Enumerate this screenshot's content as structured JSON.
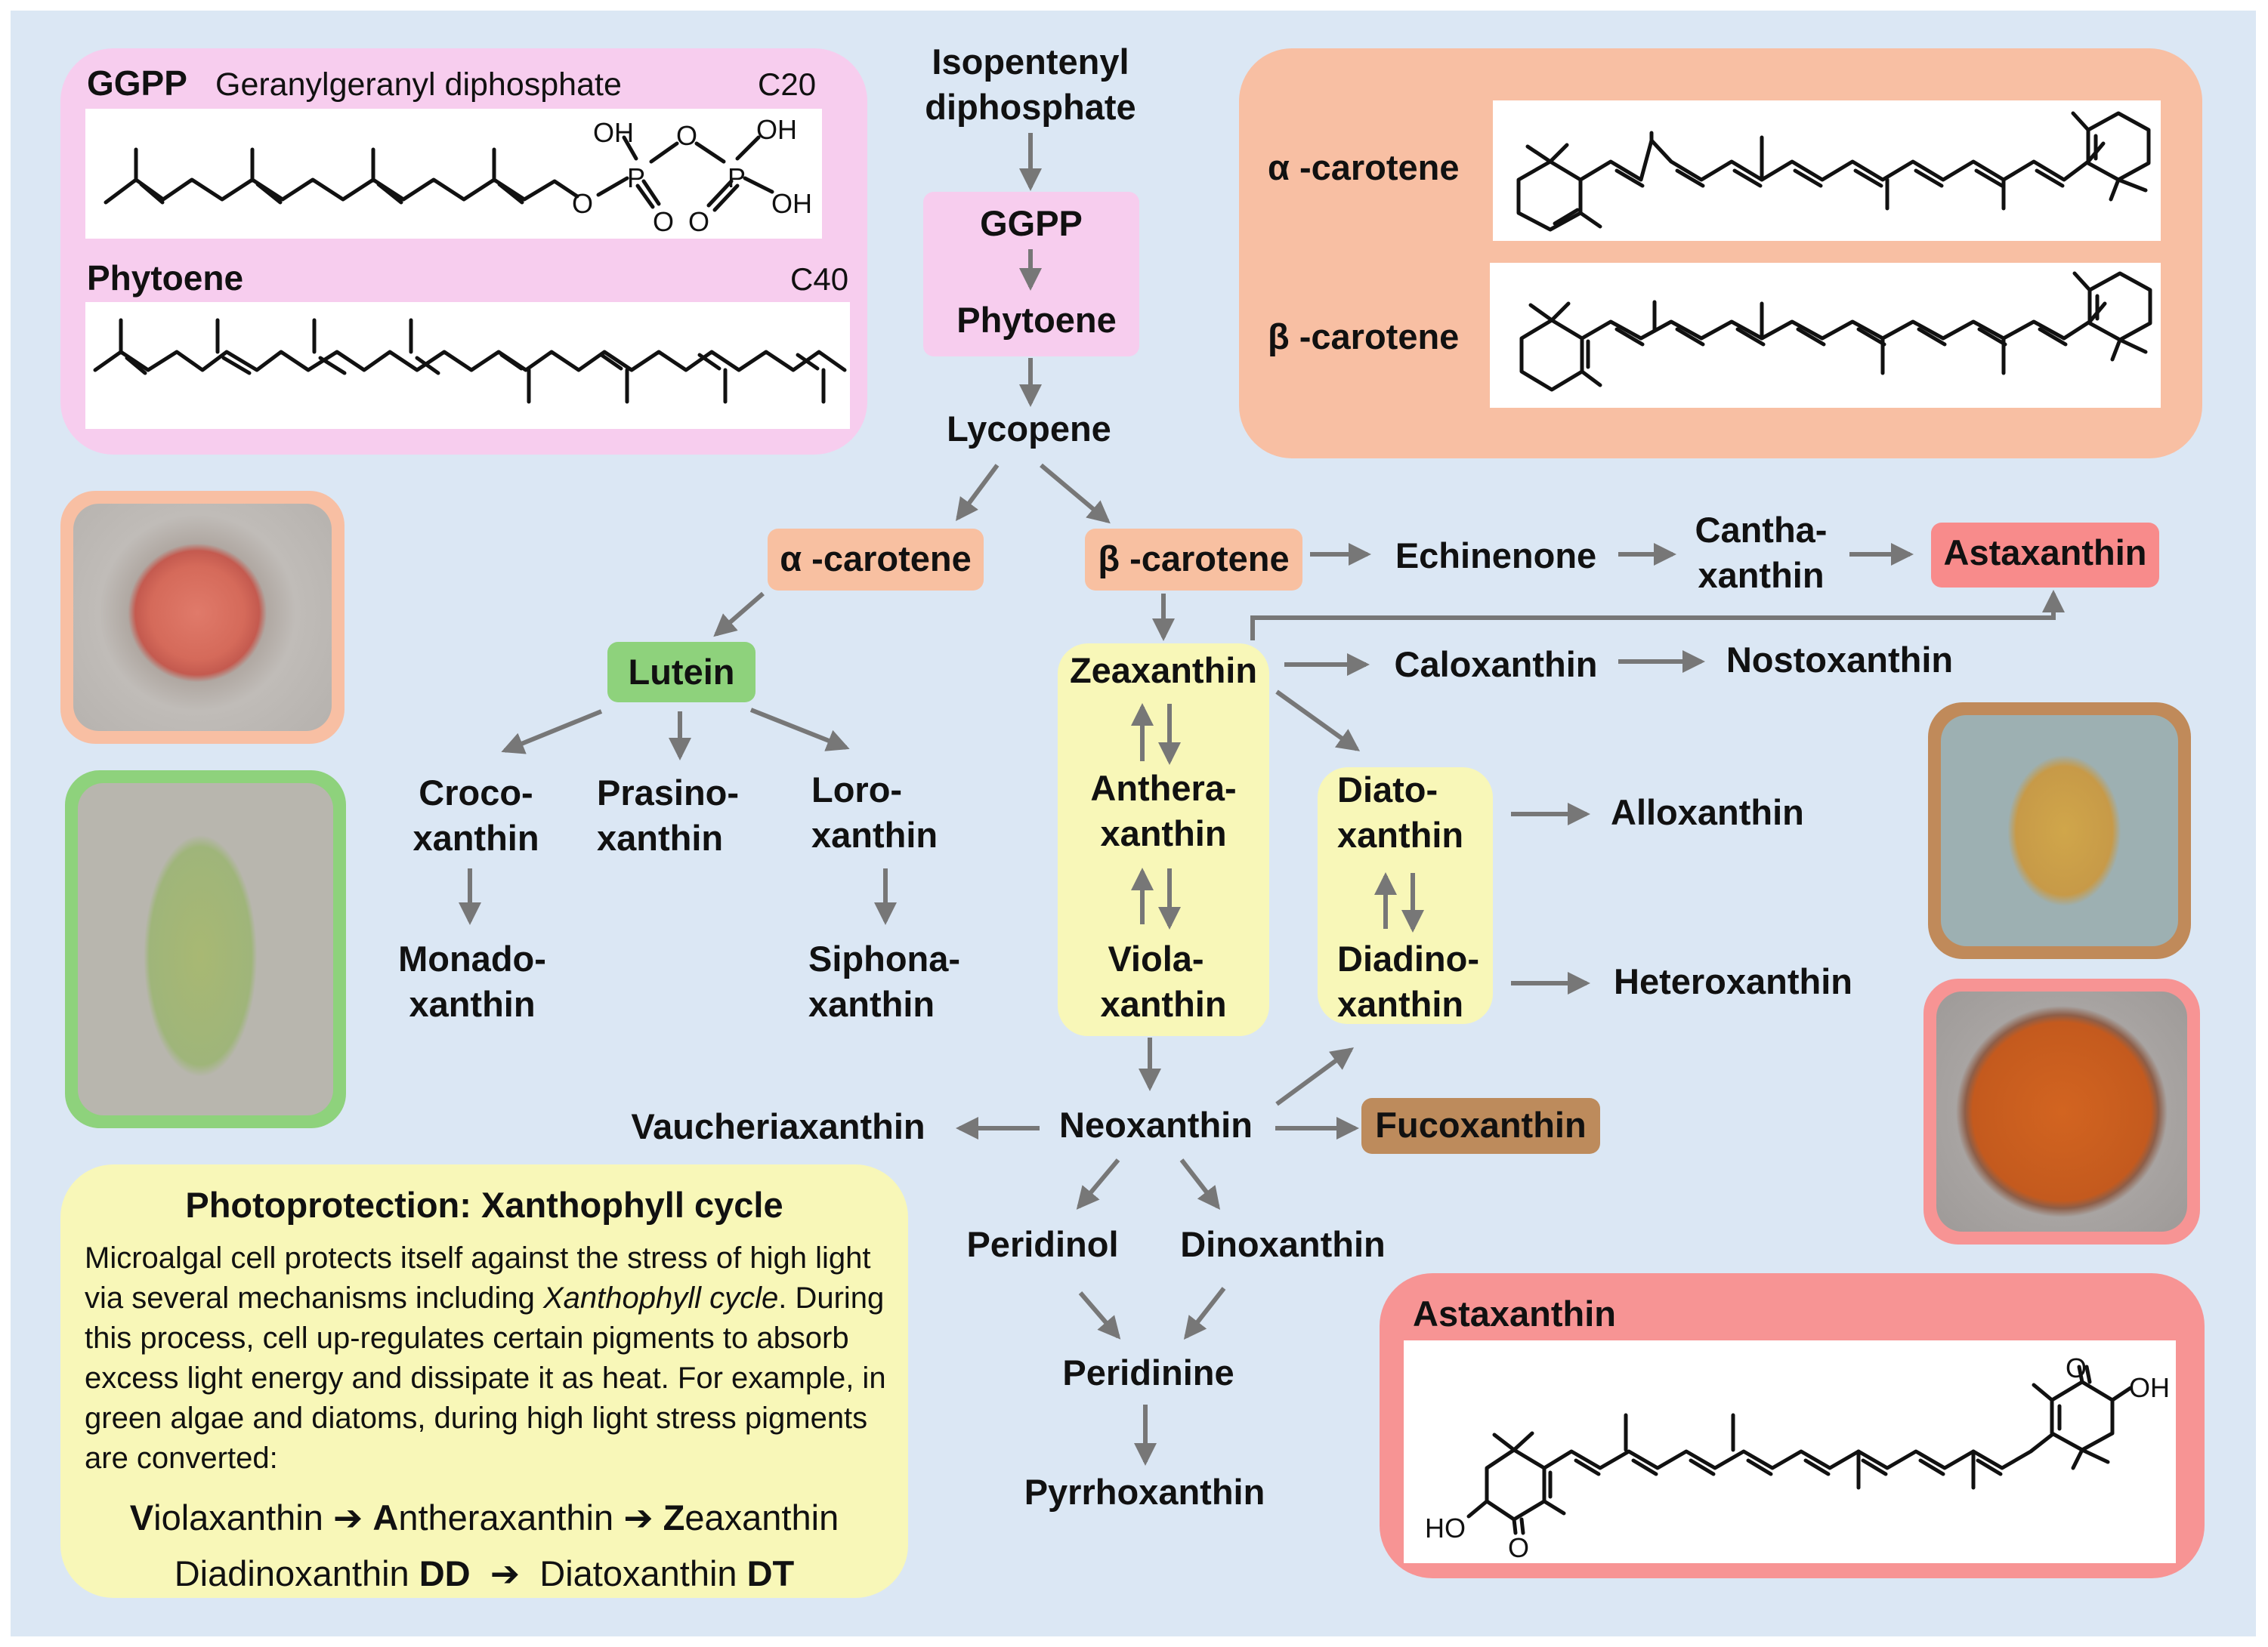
{
  "colors": {
    "background": "#dbe7f4",
    "pink_panel": "#f7cdee",
    "orange_panel": "#f8bfa3",
    "yellow_panel": "#f8f7b8",
    "salmon_chip": "#f8c0a1",
    "green_chip": "#8ed27c",
    "red_chip": "#f88b8b",
    "brown_chip": "#bd8b5c",
    "astaxanthin_panel": "#f79494",
    "arrow": "#777777"
  },
  "ggpp_panel": {
    "abbr": "GGPP",
    "name": "Geranylgeranyl diphosphate",
    "carbons": "C20",
    "atoms": {
      "oh1": "OH",
      "o_bridge": "O",
      "oh2": "OH",
      "o_ester": "O",
      "p1": "P",
      "p2": "P",
      "o1": "O",
      "o2": "O",
      "oh3": "OH"
    },
    "phytoene_label": "Phytoene",
    "phytoene_carbons": "C40"
  },
  "carotene_panel": {
    "alpha_label": "α -carotene",
    "beta_label": "β -carotene"
  },
  "pathway": {
    "isopentenyl": [
      "Isopentenyl",
      "diphosphate"
    ],
    "ggpp": "GGPP",
    "phytoene": "Phytoene",
    "lycopene": "Lycopene",
    "alpha_carotene": "α -carotene",
    "beta_carotene": "β -carotene",
    "echinenone": "Echinenone",
    "canthaxanthin": [
      "Cantha-",
      "xanthin"
    ],
    "astaxanthin": "Astaxanthin",
    "lutein": "Lutein",
    "zeaxanthin": "Zeaxanthin",
    "caloxanthin": "Caloxanthin",
    "nostoxanthin": "Nostoxanthin",
    "crocoxanthin": [
      "Croco-",
      "xanthin"
    ],
    "prasinoxanthin": [
      "Prasino-",
      "xanthin"
    ],
    "loroxanthin": [
      "Loro-",
      "xanthin"
    ],
    "antheraxanthin": [
      "Anthera-",
      "xanthin"
    ],
    "diatoxanthin": [
      "Diato-",
      "xanthin"
    ],
    "alloxanthin": "Alloxanthin",
    "monadoxanthin": [
      "Monado-",
      "xanthin"
    ],
    "siphonaxanthin": [
      "Siphona-",
      "xanthin"
    ],
    "violaxanthin": [
      "Viola-",
      "xanthin"
    ],
    "diadinoxanthin": [
      "Diadino-",
      "xanthin"
    ],
    "heteroxanthin": "Heteroxanthin",
    "vaucheriaxanthin": "Vaucheriaxanthin",
    "neoxanthin": "Neoxanthin",
    "fucoxanthin": "Fucoxanthin",
    "peridinol": "Peridinol",
    "dinoxanthin": "Dinoxanthin",
    "peridinine": "Peridinine",
    "pyrrhoxanthin": "Pyrrhoxanthin"
  },
  "photoprotection": {
    "title": "Photoprotection: Xanthophyll cycle",
    "text_before": "Microalgal cell protects itself against the stress of high light via several mechanisms including ",
    "text_italic": "Xanthophyll cycle",
    "text_after": ". During this process, cell up-regulates certain pigments to absorb excess light energy and dissipate it as heat. For example, in green algae and diatoms, during high light stress pigments are converted:",
    "cycle1": [
      {
        "initial": "V",
        "rest": "iolaxanthin"
      },
      {
        "initial": "A",
        "rest": "ntheraxanthin"
      },
      {
        "initial": "Z",
        "rest": "eaxanthin"
      }
    ],
    "cycle2": [
      {
        "name": "Diadinoxanthin",
        "abbr": "DD"
      },
      {
        "name": "Diatoxanthin",
        "abbr": "DT"
      }
    ],
    "arrow_glyph": "➔"
  },
  "astaxanthin_panel": {
    "title": "Astaxanthin",
    "atoms": {
      "o_top": "O",
      "oh": "OH",
      "ho": "HO",
      "o_bottom": "O"
    }
  }
}
